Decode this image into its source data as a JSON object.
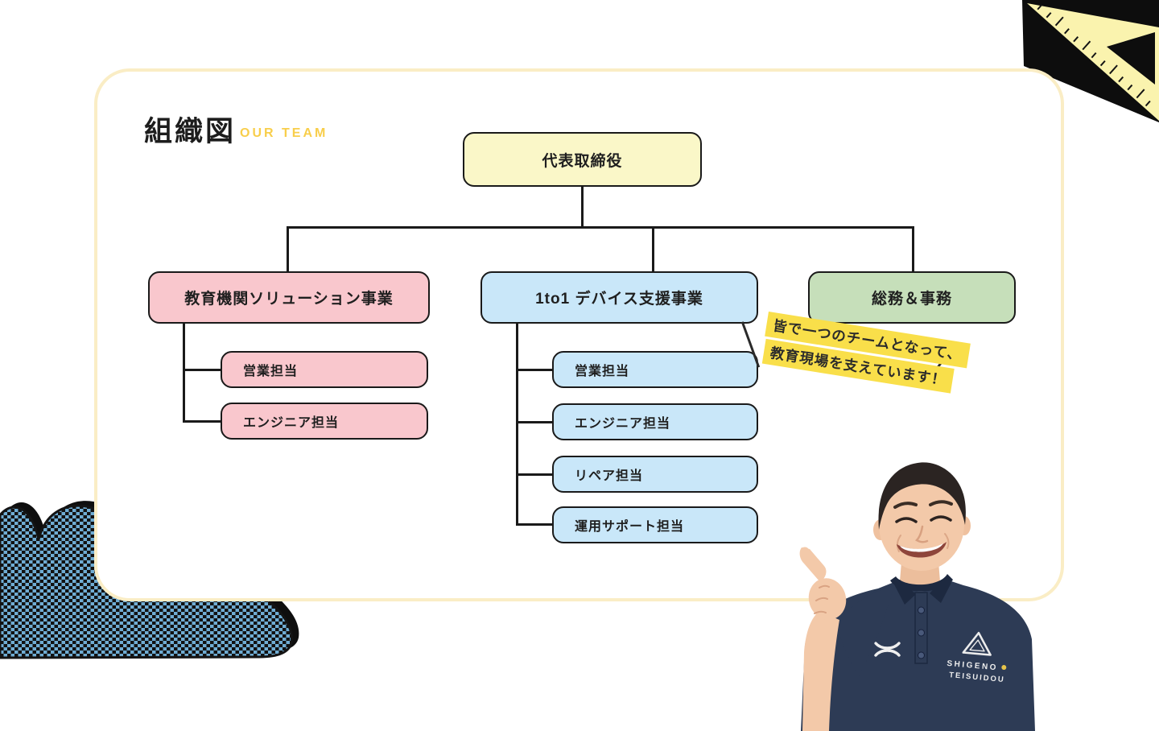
{
  "header": {
    "title": "組織図",
    "subtitle": "OUR TEAM"
  },
  "org": {
    "root": {
      "label": "代表取締役"
    },
    "departments": [
      {
        "label": "教育機関ソリューション事業",
        "children": [
          "営業担当",
          "エンジニア担当"
        ]
      },
      {
        "label": "1to1 デバイス支援事業",
        "children": [
          "営業担当",
          "エンジニア担当",
          "リペア担当",
          "運用サポート担当"
        ]
      },
      {
        "label": "総務＆事務",
        "children": []
      }
    ]
  },
  "note": {
    "line1": "皆で一つのチームとなって、",
    "line2": "教育現場を支えています！"
  },
  "photo": {
    "shirt_text_1": "SHIGENO",
    "shirt_text_2": "TEISUIDOU"
  },
  "icons": {
    "set_square_ruler": "triangle-ruler shape",
    "halftone_heart": "checkered heart shape",
    "under_armour_logo": "crossed arcs emblem"
  },
  "colors": {
    "root_box": "#FAF7C8",
    "dept_education": "#F9C7CD",
    "dept_device": "#C9E7F9",
    "dept_admin": "#C6DFBA",
    "card_border": "#FAEDC5",
    "accent_yellow": "#F8CE4B",
    "note_highlight": "#F9DF4A",
    "connector_line": "#1A1A1A",
    "checker_blue": "#6FACD3",
    "shirt_navy": "#2D3B55"
  }
}
